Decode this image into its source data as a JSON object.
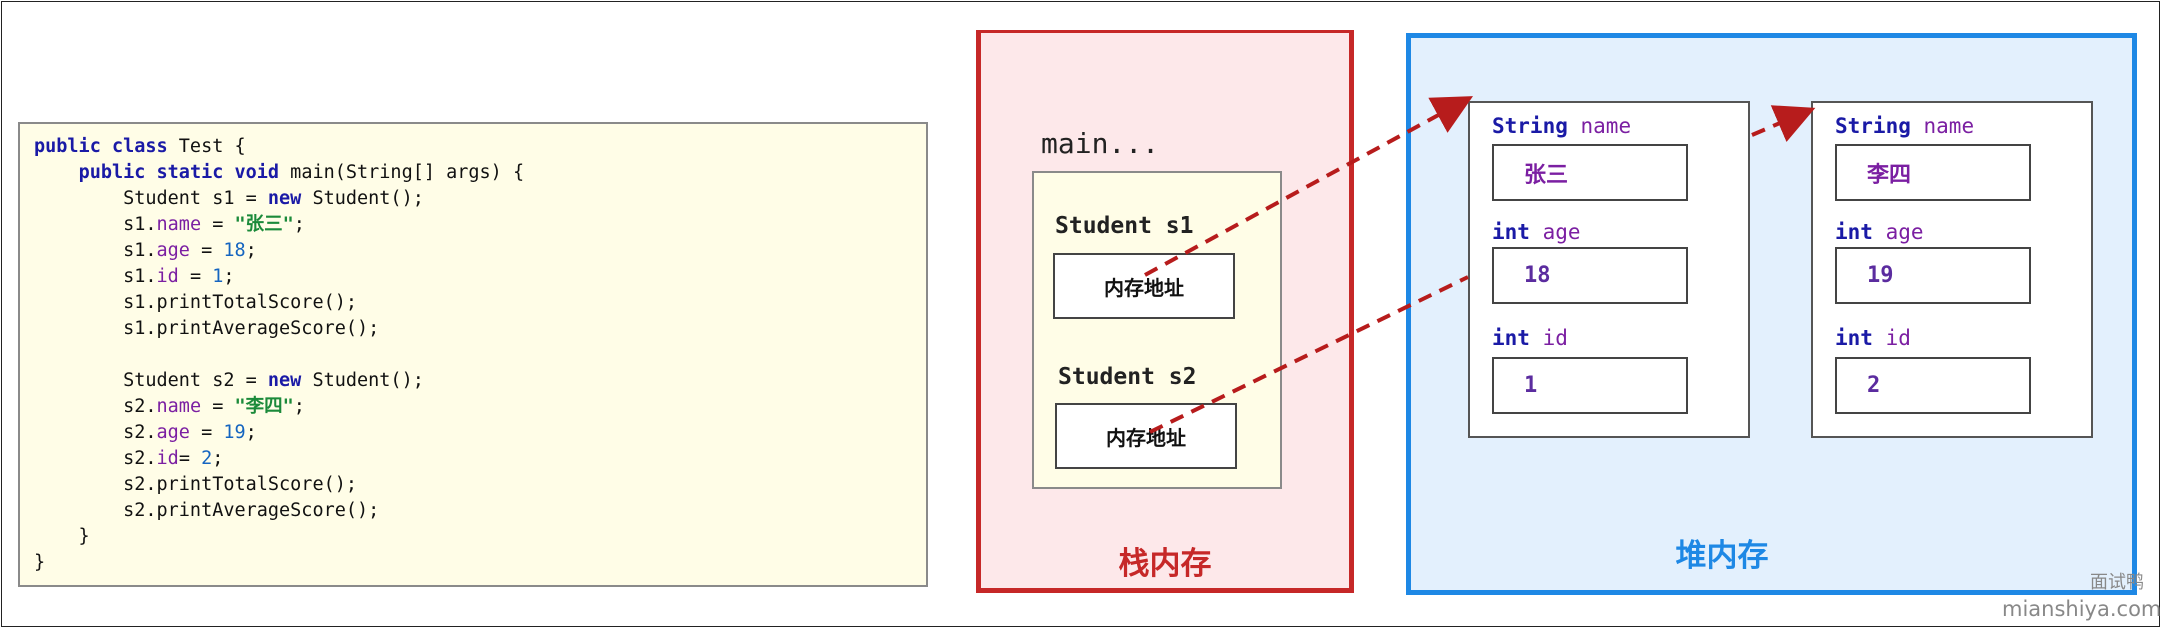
{
  "code": {
    "lines": [
      [
        {
          "t": "public class",
          "c": "kw"
        },
        {
          "t": " Test {",
          "c": ""
        }
      ],
      [
        {
          "t": "    ",
          "c": ""
        },
        {
          "t": "public static void",
          "c": "kw"
        },
        {
          "t": " main(String[] args) {",
          "c": ""
        }
      ],
      [
        {
          "t": "        Student s1 = ",
          "c": ""
        },
        {
          "t": "new",
          "c": "kw"
        },
        {
          "t": " Student();",
          "c": ""
        }
      ],
      [
        {
          "t": "        s1.",
          "c": ""
        },
        {
          "t": "name",
          "c": "fld"
        },
        {
          "t": " = ",
          "c": ""
        },
        {
          "t": "\"张三\"",
          "c": "str"
        },
        {
          "t": ";",
          "c": ""
        }
      ],
      [
        {
          "t": "        s1.",
          "c": ""
        },
        {
          "t": "age",
          "c": "fld"
        },
        {
          "t": " = ",
          "c": ""
        },
        {
          "t": "18",
          "c": "num"
        },
        {
          "t": ";",
          "c": ""
        }
      ],
      [
        {
          "t": "        s1.",
          "c": ""
        },
        {
          "t": "id",
          "c": "fld"
        },
        {
          "t": " = ",
          "c": ""
        },
        {
          "t": "1",
          "c": "num"
        },
        {
          "t": ";",
          "c": ""
        }
      ],
      [
        {
          "t": "        s1.printTotalScore();",
          "c": ""
        }
      ],
      [
        {
          "t": "        s1.printAverageScore();",
          "c": ""
        }
      ],
      [
        {
          "t": "",
          "c": ""
        }
      ],
      [
        {
          "t": "        Student s2 = ",
          "c": ""
        },
        {
          "t": "new",
          "c": "kw"
        },
        {
          "t": " Student();",
          "c": ""
        }
      ],
      [
        {
          "t": "        s2.",
          "c": ""
        },
        {
          "t": "name",
          "c": "fld"
        },
        {
          "t": " = ",
          "c": ""
        },
        {
          "t": "\"李四\"",
          "c": "str"
        },
        {
          "t": ";",
          "c": ""
        }
      ],
      [
        {
          "t": "        s2.",
          "c": ""
        },
        {
          "t": "age",
          "c": "fld"
        },
        {
          "t": " = ",
          "c": ""
        },
        {
          "t": "19",
          "c": "num"
        },
        {
          "t": ";",
          "c": ""
        }
      ],
      [
        {
          "t": "        s2.",
          "c": ""
        },
        {
          "t": "id",
          "c": "fld"
        },
        {
          "t": "= ",
          "c": ""
        },
        {
          "t": "2",
          "c": "num"
        },
        {
          "t": ";",
          "c": ""
        }
      ],
      [
        {
          "t": "        s2.printTotalScore();",
          "c": ""
        }
      ],
      [
        {
          "t": "        s2.printAverageScore();",
          "c": ""
        }
      ],
      [
        {
          "t": "    }",
          "c": ""
        }
      ],
      [
        {
          "t": "}",
          "c": ""
        }
      ]
    ]
  },
  "stack": {
    "frame_label": "main...",
    "var1": "Student  s1",
    "var2": "Student  s2",
    "addr1": "内存地址",
    "addr2": "内存地址",
    "label": "栈内存",
    "label_color": "#c62828"
  },
  "heap": {
    "label": "堆内存",
    "label_color": "#1e88e5",
    "obj1": {
      "name_type": "String",
      "name_field": "name",
      "name_value": "张三",
      "age_type": "int",
      "age_field": "age",
      "age_value": "18",
      "id_type": "int",
      "id_field": "id",
      "id_value": "1"
    },
    "obj2": {
      "name_type": "String",
      "name_field": "name",
      "name_value": "李四",
      "age_type": "int",
      "age_field": "age",
      "age_value": "19",
      "id_type": "int",
      "id_field": "id",
      "id_value": "2"
    }
  },
  "watermark": {
    "line1": "面试鸭",
    "line2": "mianshiya.com"
  },
  "colors": {
    "arrow": "#b71c1c",
    "stack_bg": "#fde8ea",
    "heap_bg": "#e3f0fd",
    "code_bg": "#fffde7"
  }
}
